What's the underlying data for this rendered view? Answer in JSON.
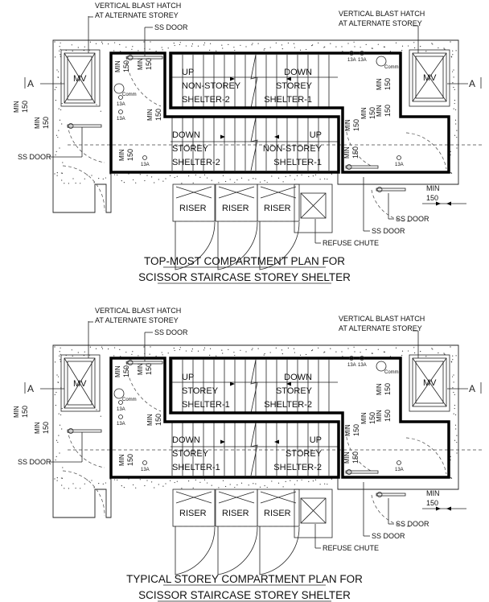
{
  "plans": [
    {
      "title_line1": "TOP-MOST COMPARTMENT PLAN FOR",
      "title_line2": "SCISSOR STAIRCASE STOREY SHELTER",
      "hatch_left": [
        "VERTICAL BLAST HATCH",
        "AT ALTERNATE STOREY"
      ],
      "hatch_right": [
        "VERTICAL BLAST HATCH",
        "AT ALTERNATE STOREY"
      ],
      "flights": [
        [
          "UP",
          "NON-STOREY",
          "SHELTER-2"
        ],
        [
          "DOWN",
          "STOREY",
          "SHELTER-1"
        ],
        [
          "DOWN",
          "STOREY",
          "SHELTER-2"
        ],
        [
          "UP",
          "NON-STOREY",
          "SHELTER-1"
        ]
      ]
    },
    {
      "title_line1": "TYPICAL STOREY COMPARTMENT PLAN FOR",
      "title_line2": "SCISSOR STAIRCASE STOREY SHELTER",
      "hatch_left": [
        "VERTICAL BLAST HATCH",
        "AT ALTERNATE STOREY"
      ],
      "hatch_right": [
        "VERTICAL BLAST HATCH",
        "AT ALTERNATE STOREY"
      ],
      "flights": [
        [
          "UP",
          "STOREY",
          "SHELTER-1"
        ],
        [
          "DOWN",
          "STOREY",
          "SHELTER-2"
        ],
        [
          "DOWN",
          "STOREY",
          "SHELTER-1"
        ],
        [
          "UP",
          "STOREY",
          "SHELTER-2"
        ]
      ]
    }
  ],
  "labels": {
    "ss_door": "SS DOOR",
    "refuse_chute": "REFUSE CHUTE",
    "riser": "RISER",
    "mv": "MV",
    "section_marker": "A",
    "min": "MIN",
    "dim": "150",
    "socket": "13A",
    "comm": "Comm"
  }
}
